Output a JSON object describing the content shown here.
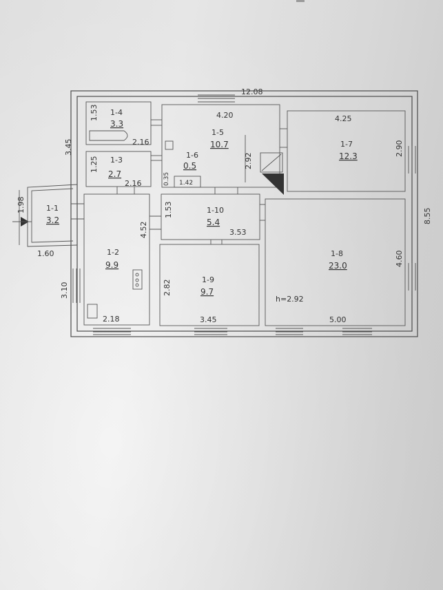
{
  "overall": {
    "width": "12.08",
    "height": "8.55",
    "ceiling": "h=2.92"
  },
  "rooms": {
    "r1_1": {
      "id": "1-1",
      "area": "3.2"
    },
    "r1_2": {
      "id": "1-2",
      "area": "9.9"
    },
    "r1_3": {
      "id": "1-3",
      "area": "2.7"
    },
    "r1_4": {
      "id": "1-4",
      "area": "3.3"
    },
    "r1_5": {
      "id": "1-5",
      "area": "10.7"
    },
    "r1_6": {
      "id": "1-6",
      "area": "0.5"
    },
    "r1_7": {
      "id": "1-7",
      "area": "12.3"
    },
    "r1_8": {
      "id": "1-8",
      "area": "23.0"
    },
    "r1_9": {
      "id": "1-9",
      "area": "9.7"
    },
    "r1_10": {
      "id": "1-10",
      "area": "5.4"
    }
  },
  "dims": {
    "d345": "3.45",
    "d153a": "1.53",
    "d216a": "2.16",
    "d125": "1.25",
    "d216b": "2.16",
    "d198": "1.98",
    "d160": "1.60",
    "d310": "3.10",
    "d218": "2.18",
    "d452": "4.52",
    "d420": "4.20",
    "d292": "2.92",
    "d035": "0.35",
    "d142": "1.42",
    "d153b": "1.53",
    "d353": "3.53",
    "d282": "2.82",
    "d345b": "3.45",
    "d425": "4.25",
    "d290": "2.90",
    "d460": "4.60",
    "d500": "5.00"
  }
}
